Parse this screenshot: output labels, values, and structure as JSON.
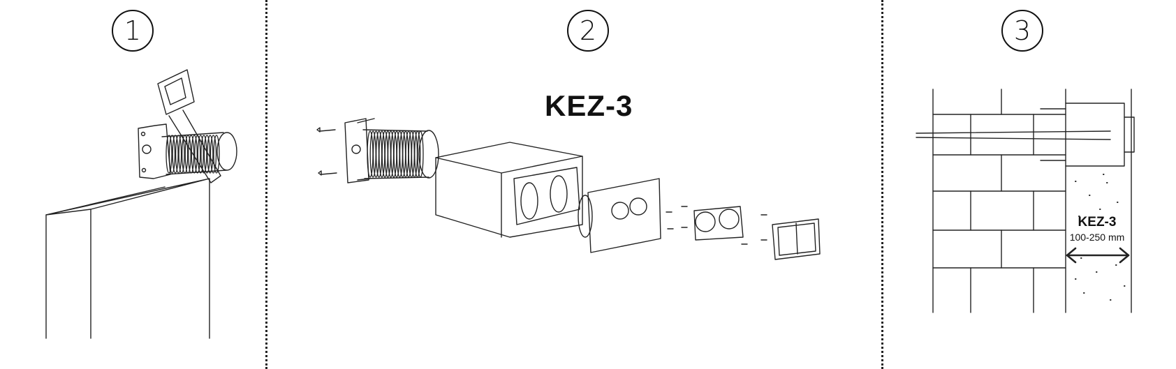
{
  "steps": [
    {
      "number": "1"
    },
    {
      "number": "2"
    },
    {
      "number": "3"
    }
  ],
  "product": {
    "model": "KEZ-3"
  },
  "wall_section": {
    "model": "KEZ-3",
    "thickness_range": "100-250 mm"
  }
}
